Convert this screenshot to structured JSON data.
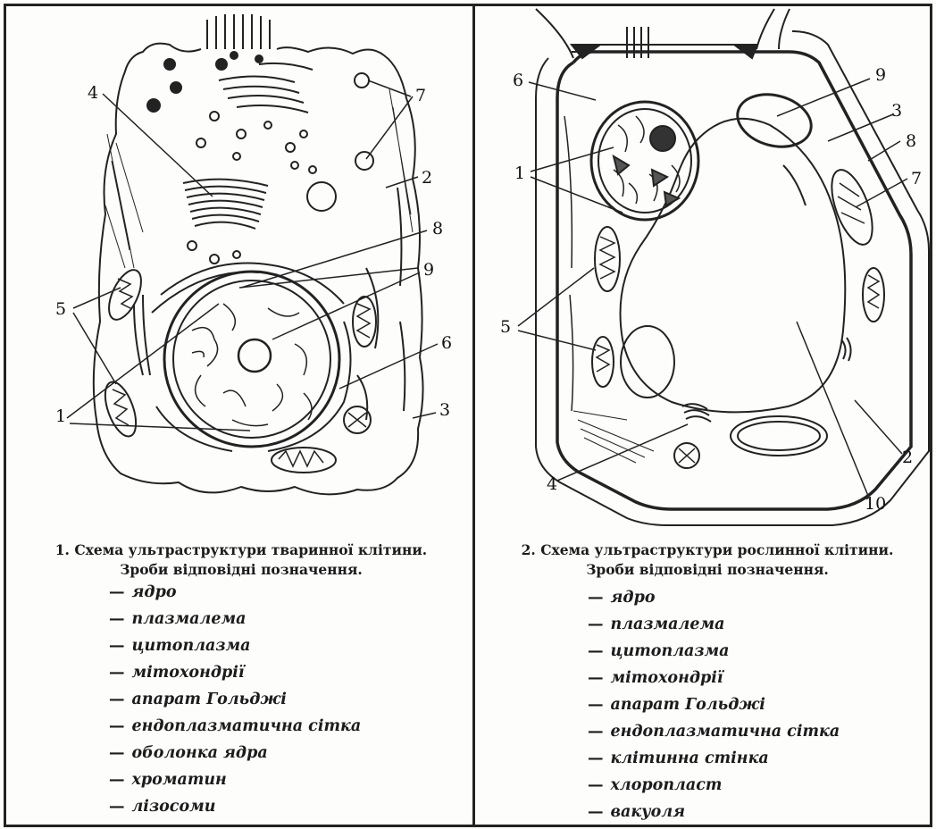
{
  "animal_cell": {
    "caption_line1": "1. Схема ультраструктури тваринної клітини.",
    "caption_line2": "Зроби відповідні позначення.",
    "callouts": [
      "4",
      "7",
      "2",
      "8",
      "9",
      "5",
      "6",
      "1",
      "3"
    ],
    "legend": [
      "ядро",
      "плазмалема",
      "цитоплазма",
      "мітохондрії",
      "апарат Гольджі",
      "ендоплазматична сітка",
      "оболонка ядра",
      "хроматин",
      "лізосоми"
    ]
  },
  "plant_cell": {
    "caption_line1": "2. Схема ультраструктури рослинної клітини.",
    "caption_line2": "Зроби відповідні позначення.",
    "callouts": [
      "6",
      "9",
      "3",
      "8",
      "1",
      "7",
      "5",
      "4",
      "2",
      "10"
    ],
    "legend": [
      "ядро",
      "плазмалема",
      "цитоплазма",
      "мітохондрії",
      "апарат Гольджі",
      "ендоплазматична сітка",
      "клітинна стінка",
      "хлоропласт",
      "вакуоля"
    ]
  },
  "legend_dash": "—"
}
